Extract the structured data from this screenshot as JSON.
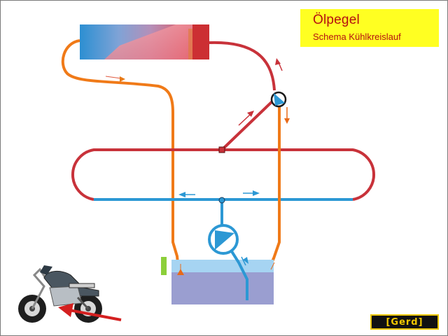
{
  "header": {
    "title": "Ölpegel",
    "subtitle": "Schema Kühlkreislauf"
  },
  "logo": {
    "text": "[Gerd]"
  },
  "colors": {
    "oil_hot": "#c8323a",
    "oil_return": "#f07a18",
    "oil_cool": "#2c98d4",
    "level_marker": "#8ccf3a",
    "sump_fill": "#9a9ed0",
    "sump_surface": "#a6d4f2",
    "title_bg": "#ffff22",
    "title_text": "#b51010"
  },
  "icons": {
    "pump_main": "pump-icon",
    "pump_small": "pump-icon",
    "cooler": "oil-cooler-icon",
    "motorcycle": "motorcycle-icon"
  }
}
